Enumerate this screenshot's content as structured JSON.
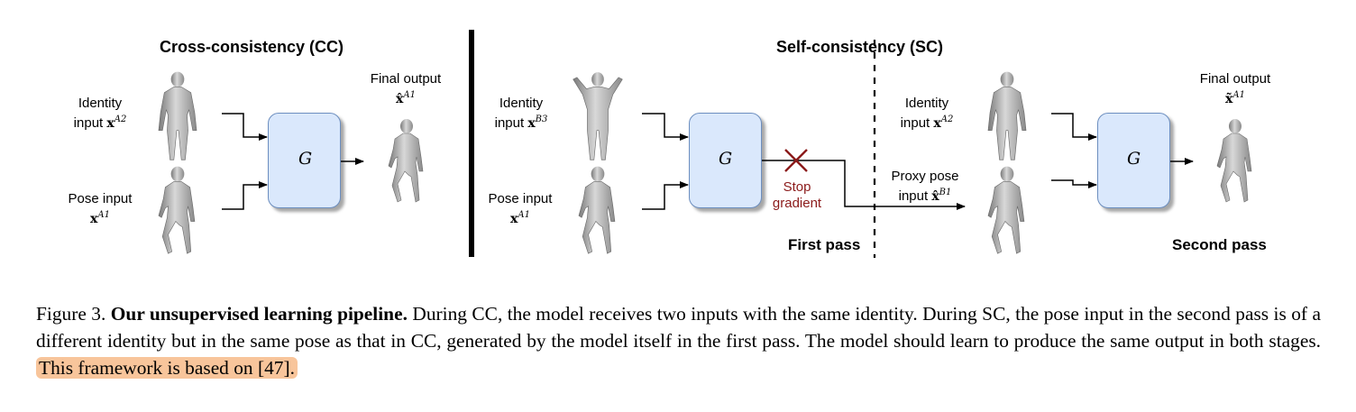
{
  "cc": {
    "title": "Cross-consistency (CC)",
    "identity_label": "Identity",
    "identity_label2": "input",
    "identity_sym": "x",
    "identity_sup": "A2",
    "pose_label": "Pose input",
    "pose_sym": "x",
    "pose_sup": "A1",
    "g_label": "G",
    "output_label": "Final output",
    "output_sym": "x̂",
    "output_sup": "A1"
  },
  "sc": {
    "title": "Self-consistency (SC)",
    "identity_label": "Identity",
    "identity_label2": "input",
    "identity_sym": "x",
    "identity_sup": "B3",
    "pose_label": "Pose input",
    "pose_sym": "x",
    "pose_sup": "A1",
    "g_label": "G",
    "stop_label_1": "Stop",
    "stop_label_2": "gradient",
    "first_pass": "First pass",
    "identity2_label": "Identity",
    "identity2_label2": "input",
    "identity2_sym": "x",
    "identity2_sup": "A2",
    "proxy_label": "Proxy pose",
    "proxy_label2": "input",
    "proxy_sym": "x̂",
    "proxy_sup": "B1",
    "g2_label": "G",
    "output_label": "Final output",
    "output_sym": "x̃",
    "output_sup": "A1",
    "second_pass": "Second pass"
  },
  "caption": {
    "figure_num": "Figure 3.",
    "bold_title": "Our unsupervised learning pipeline.",
    "body": "During CC, the model receives two inputs with the same identity. During SC, the pose input in the second pass is of a different identity but in the same pose as that in CC, generated by the model itself in the first pass. The model should learn to produce the same output in both stages.",
    "highlight": "This framework is based on [47]."
  },
  "colors": {
    "g_fill": "#dae8fc",
    "g_border": "#6c8ebf",
    "stop_red": "#8b1a1a",
    "highlight": "#f8c59b"
  }
}
